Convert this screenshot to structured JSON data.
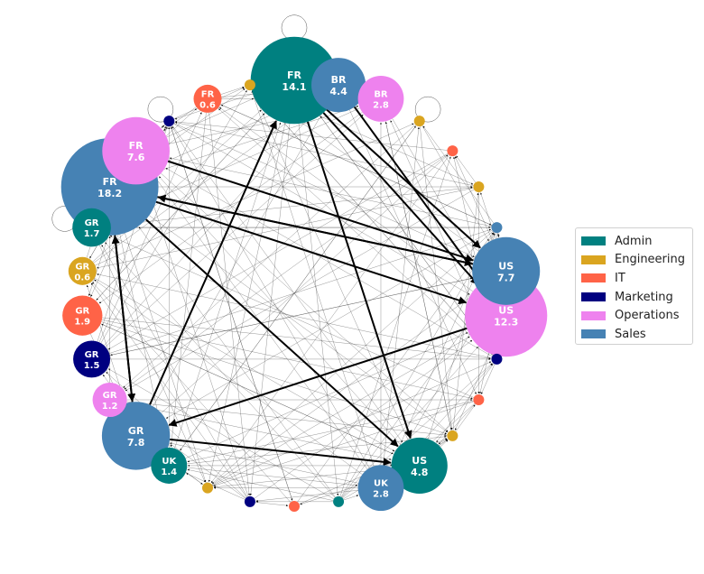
{
  "diagram": {
    "legend": [
      {
        "name": "Admin",
        "color": "#008080"
      },
      {
        "name": "Engineering",
        "color": "#DAA520"
      },
      {
        "name": "IT",
        "color": "#FF6347"
      },
      {
        "name": "Marketing",
        "color": "#000080"
      },
      {
        "name": "Operations",
        "color": "#EE82EE"
      },
      {
        "name": "Sales",
        "color": "#4682B4"
      }
    ],
    "nodes": [
      {
        "id": "n0",
        "country": "FR",
        "value": 14.1,
        "dept": "Admin"
      },
      {
        "id": "n1",
        "country": "BR",
        "value": 4.4,
        "dept": "Sales"
      },
      {
        "id": "n2",
        "country": "BR",
        "value": 2.8,
        "dept": "Operations"
      },
      {
        "id": "n3",
        "country": "",
        "value": null,
        "dept": "Engineering"
      },
      {
        "id": "n4",
        "country": "",
        "value": null,
        "dept": "IT"
      },
      {
        "id": "n5",
        "country": "",
        "value": null,
        "dept": "Engineering"
      },
      {
        "id": "n6",
        "country": "",
        "value": null,
        "dept": "Sales"
      },
      {
        "id": "n7",
        "country": "US",
        "value": 7.7,
        "dept": "Sales"
      },
      {
        "id": "n8",
        "country": "US",
        "value": 12.3,
        "dept": "Operations"
      },
      {
        "id": "n9",
        "country": "",
        "value": null,
        "dept": "Marketing"
      },
      {
        "id": "n10",
        "country": "",
        "value": null,
        "dept": "IT"
      },
      {
        "id": "n11",
        "country": "",
        "value": null,
        "dept": "Engineering"
      },
      {
        "id": "n12",
        "country": "US",
        "value": 4.8,
        "dept": "Admin"
      },
      {
        "id": "n13",
        "country": "UK",
        "value": 2.8,
        "dept": "Sales"
      },
      {
        "id": "n14",
        "country": "",
        "value": null,
        "dept": "Admin"
      },
      {
        "id": "n15",
        "country": "",
        "value": null,
        "dept": "IT"
      },
      {
        "id": "n16",
        "country": "",
        "value": null,
        "dept": "Marketing"
      },
      {
        "id": "n17",
        "country": "",
        "value": null,
        "dept": "Engineering"
      },
      {
        "id": "n18",
        "country": "UK",
        "value": 1.4,
        "dept": "Admin"
      },
      {
        "id": "n19",
        "country": "GR",
        "value": 7.8,
        "dept": "Sales"
      },
      {
        "id": "n20",
        "country": "GR",
        "value": 1.2,
        "dept": "Operations"
      },
      {
        "id": "n21",
        "country": "GR",
        "value": 1.5,
        "dept": "Marketing"
      },
      {
        "id": "n22",
        "country": "GR",
        "value": 1.9,
        "dept": "IT"
      },
      {
        "id": "n23",
        "country": "GR",
        "value": 0.6,
        "dept": "Engineering"
      },
      {
        "id": "n24",
        "country": "GR",
        "value": 1.7,
        "dept": "Admin"
      },
      {
        "id": "n25",
        "country": "FR",
        "value": 18.2,
        "dept": "Sales"
      },
      {
        "id": "n26",
        "country": "FR",
        "value": 7.6,
        "dept": "Operations"
      },
      {
        "id": "n27",
        "country": "",
        "value": null,
        "dept": "Marketing"
      },
      {
        "id": "n28",
        "country": "FR",
        "value": 0.6,
        "dept": "IT"
      },
      {
        "id": "n29",
        "country": "",
        "value": null,
        "dept": "Engineering"
      }
    ],
    "heavy_edges": [
      {
        "from": "n25",
        "to": "n19"
      },
      {
        "from": "n25",
        "to": "n12"
      },
      {
        "from": "n25",
        "to": "n7"
      },
      {
        "from": "n25",
        "to": "n8"
      },
      {
        "from": "n26",
        "to": "n7"
      },
      {
        "from": "n0",
        "to": "n7"
      },
      {
        "from": "n0",
        "to": "n8"
      },
      {
        "from": "n0",
        "to": "n12"
      },
      {
        "from": "n19",
        "to": "n25"
      },
      {
        "from": "n19",
        "to": "n12"
      },
      {
        "from": "n8",
        "to": "n19"
      },
      {
        "from": "n19",
        "to": "n0"
      },
      {
        "from": "n7",
        "to": "n25"
      },
      {
        "from": "n1",
        "to": "n8"
      }
    ]
  }
}
